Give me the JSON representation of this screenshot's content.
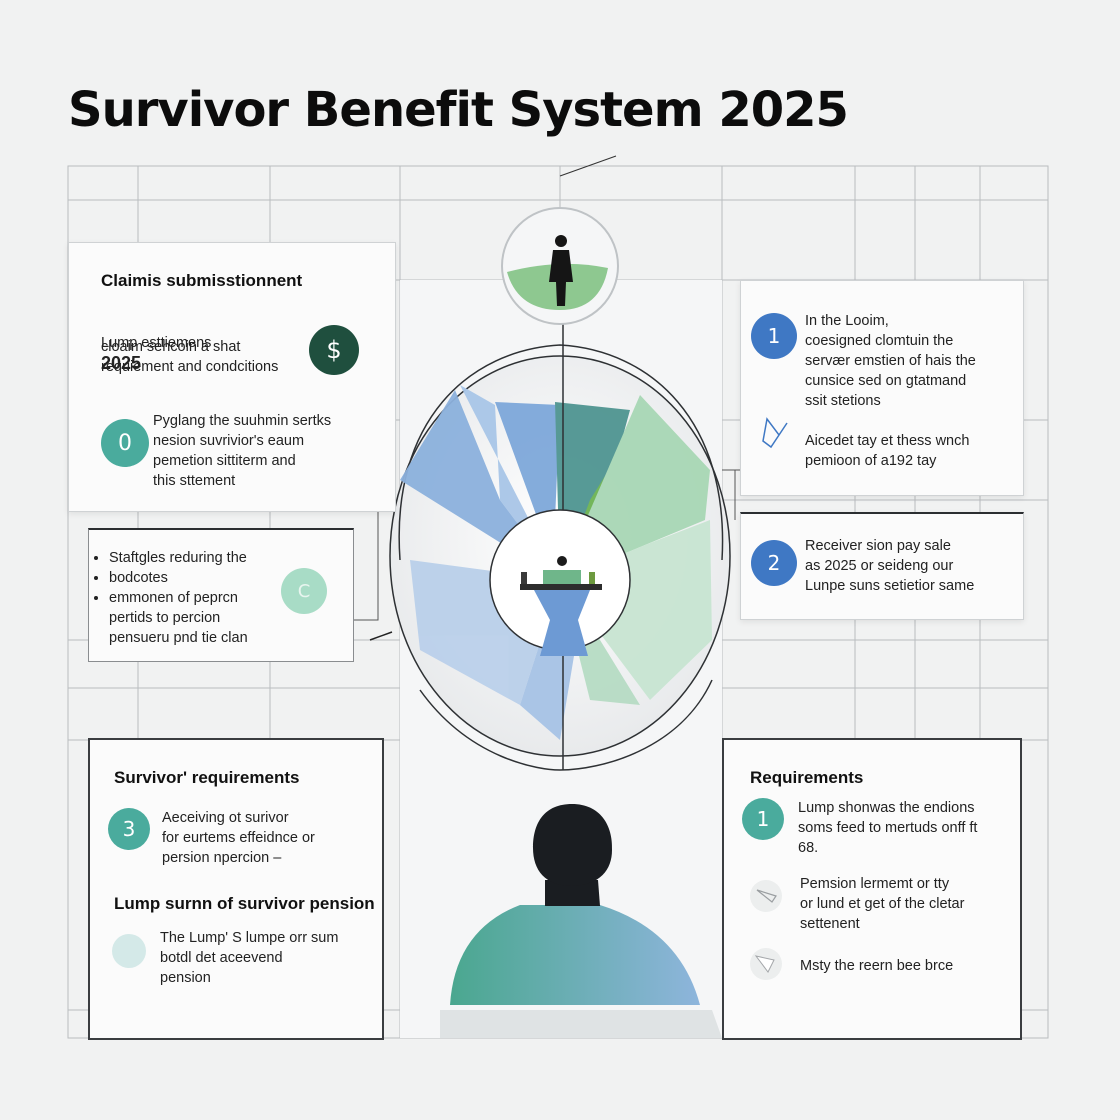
{
  "title": "Survivor Benefit System 2025",
  "colors": {
    "blue": "#3f78c4",
    "teal": "#4aab9d",
    "dark_green": "#1f4f3e",
    "green": "#6fb556",
    "light_blue": "#8ab3df"
  },
  "card_claims": {
    "heading": "Claimis submisstionnent",
    "line1_prefix": "Lump esttiemens",
    "line1_year": "2025",
    "body": "cloaim sehcoin a shat\nrequiement and condcitions",
    "dollar": "$",
    "badge": "0",
    "item_text": "Pyglang the suuhmin sertks\nnesion suvrivior's eaum\n pemetion sittiterm and\nthis sttement"
  },
  "card_bullets": {
    "items": [
      "Staftgles reduring the",
      "bodcotes",
      "emmonen of peprcn\npertids to percion\npensueru pnd tie clan"
    ],
    "badge": "C"
  },
  "card_right_top": {
    "badge": "1",
    "text": "In the Looim,\ncoesigned clomtuin the\nservær emstien of hais the\ncunsice sed on gtatmand\nssit stetions",
    "item_text": "Aicedet tay et thess wnch\npemioon of a192 tay"
  },
  "card_right_mid": {
    "badge": "2",
    "text": "Receiver sion pay sale\nas 2025 or seideng our\nLunpe suns setietior same"
  },
  "card_bottom_left": {
    "heading": "Survivor' requirements",
    "badge": "3",
    "text": "Aeceiving ot surivor\nfor eurtems effeidnce or\npersion npercion –",
    "heading2": "Lump surnn of survivor pension",
    "item_text": "The Lump' S lumpe orr sum\nbotdl det aceevend\npension"
  },
  "card_bottom_right": {
    "heading": "Requirements",
    "badge": "1",
    "text": "Lump shonwas the endions\nsoms feed to mertuds onff ft\n68.",
    "item2_text": "Pemsion lermemt or tty\nor lund et get of the cletar\nsettenent",
    "item3_text": "Msty the reern bee brce"
  }
}
